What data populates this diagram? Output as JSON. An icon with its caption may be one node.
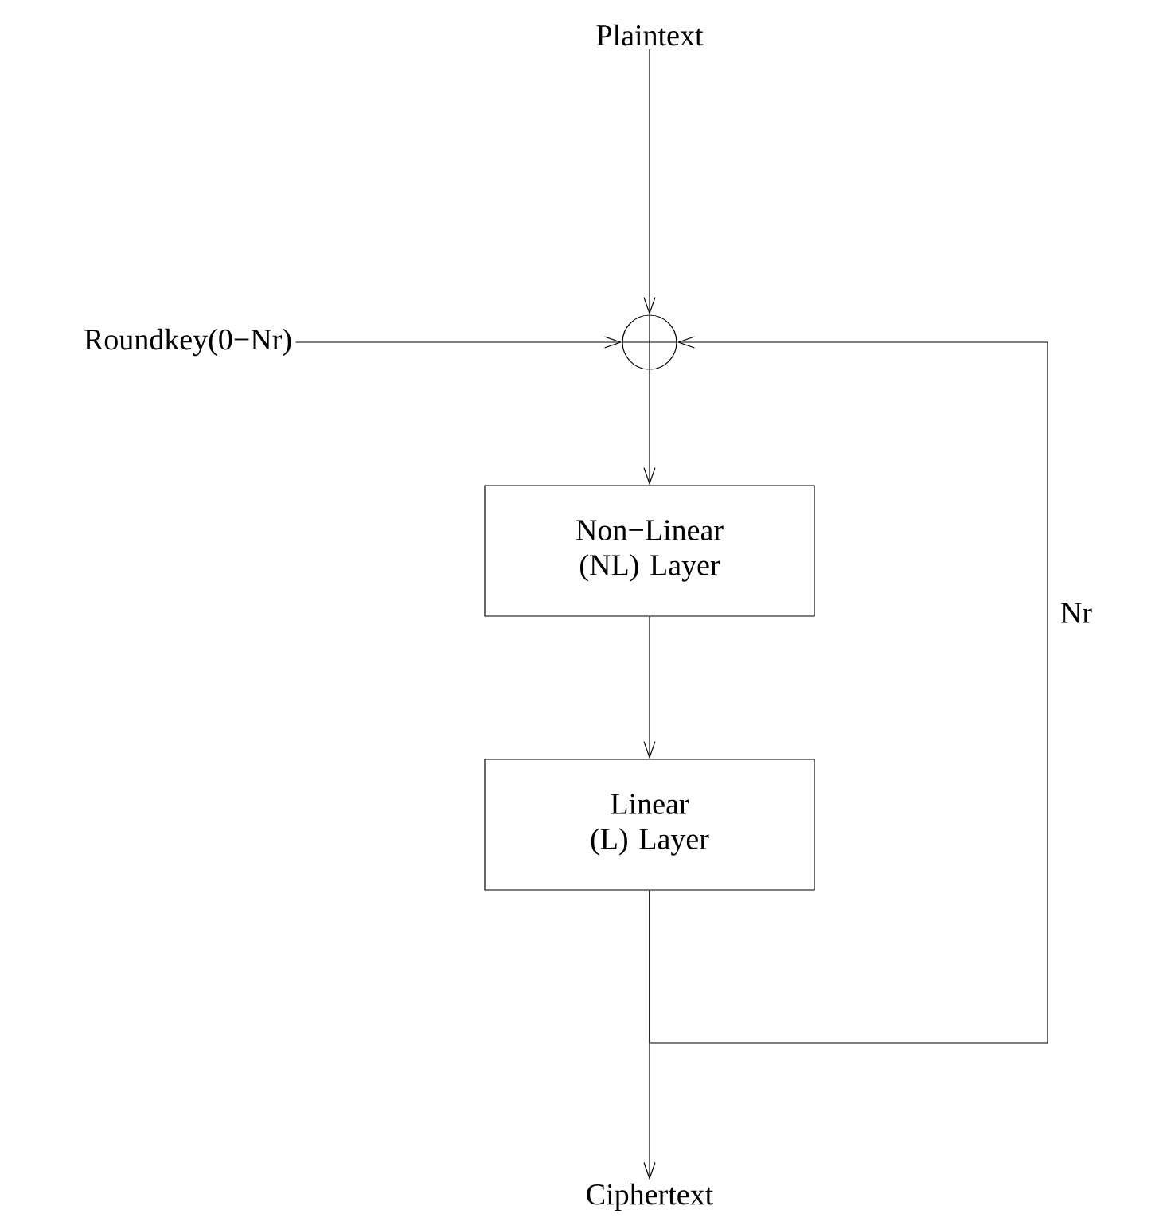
{
  "diagram": {
    "nodes": [
      {
        "text": [
          "Plaintext"
        ]
      },
      {
        "text": [
          "Roundkey(0−Nr)"
        ]
      },
      {
        "text": [],
        "shape": "circle"
      },
      {
        "text": [
          "Non−Linear (NL) Layer"
        ]
      },
      {
        "text": [
          "Linear (L) Layer"
        ]
      },
      {
        "text": [
          "Ciphertext"
        ]
      }
    ],
    "edges": [
      {
        "from": 0,
        "to": 2,
        "arrow": "to"
      },
      {
        "from": 1,
        "to": 2,
        "arrow": "to"
      },
      {
        "from": 2,
        "to": 3,
        "arrow": "to"
      },
      {
        "from": 3,
        "to": 4,
        "arrow": "to"
      },
      {
        "from": 4,
        "to": 5,
        "arrow": "to"
      },
      {
        "from": 4,
        "to": 2,
        "arrow": "to",
        "label": "Nr"
      }
    ]
  }
}
